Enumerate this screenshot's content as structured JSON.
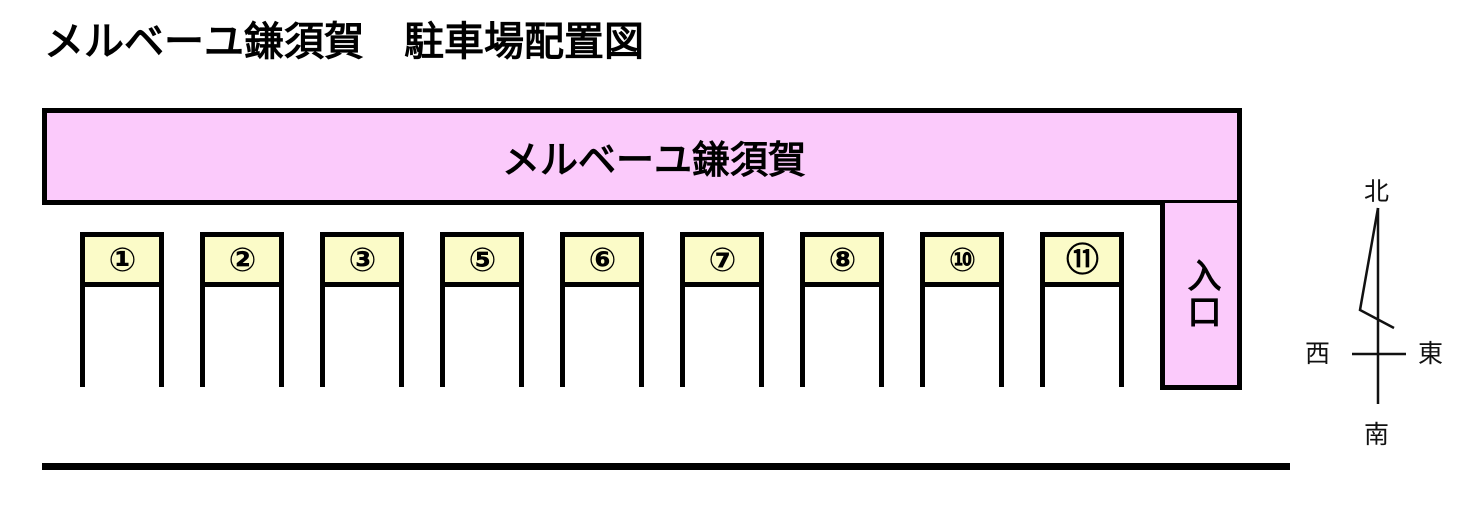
{
  "page": {
    "title": "メルベーユ鎌須賀　駐車場配置図"
  },
  "building": {
    "label": "メルベーユ鎌須賀",
    "fill_color": "#FBCAFB",
    "border_color": "#000000"
  },
  "entrance": {
    "label": "入口",
    "fill_color": "#FBCAFB"
  },
  "stalls": [
    {
      "number": "①"
    },
    {
      "number": "②"
    },
    {
      "number": "③"
    },
    {
      "number": "⑤"
    },
    {
      "number": "⑥"
    },
    {
      "number": "⑦"
    },
    {
      "number": "⑧"
    },
    {
      "number": "⑩"
    },
    {
      "number": "⑪"
    }
  ],
  "stall_style": {
    "head_color": "#FBFBC8",
    "body_color": "#FFFFFF",
    "border_color": "#000000"
  },
  "compass": {
    "north": "北",
    "west": "西",
    "east": "東",
    "south": "南"
  },
  "road": {
    "color": "#000000"
  }
}
